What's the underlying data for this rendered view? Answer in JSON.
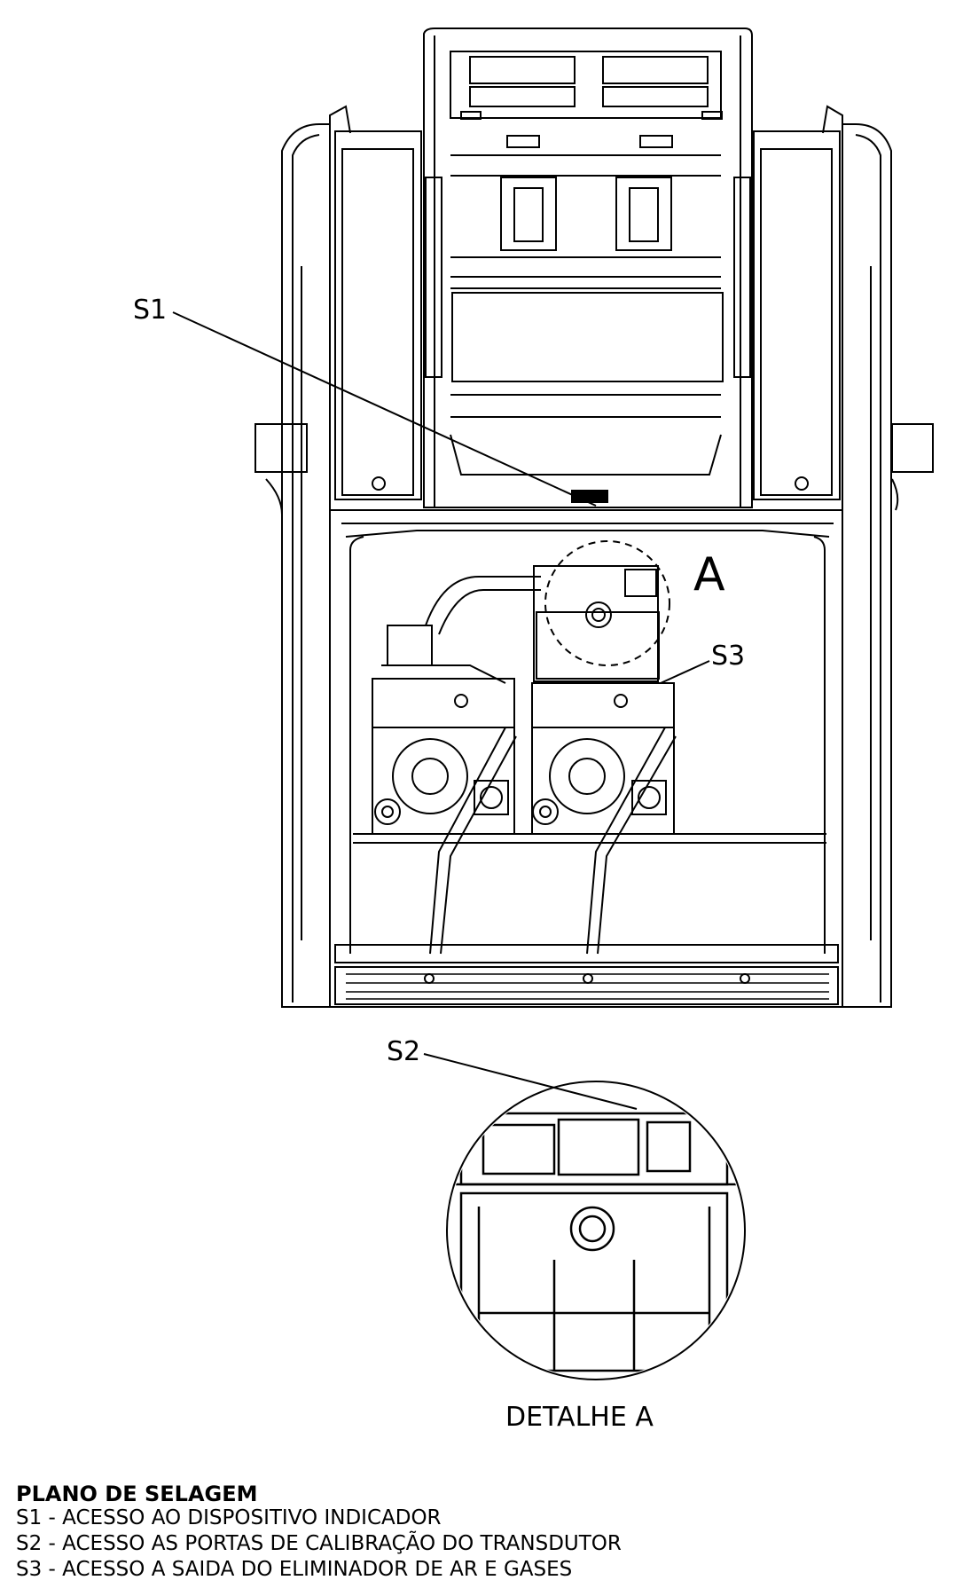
{
  "callouts": {
    "s1": "S1",
    "s2": "S2",
    "s3": "S3",
    "detail_letter": "A"
  },
  "detail_caption": "DETALHE A",
  "legend": {
    "title": "PLANO DE SELAGEM",
    "items": [
      "S1 - ACESSO AO DISPOSITIVO INDICADOR",
      "S2 - ACESSO AS PORTAS DE CALIBRAÇÃO DO TRANSDUTOR",
      "S3 - ACESSO A SAIDA DO ELIMINADOR DE AR E GASES"
    ]
  },
  "colors": {
    "line": "#000000",
    "background": "#ffffff"
  }
}
